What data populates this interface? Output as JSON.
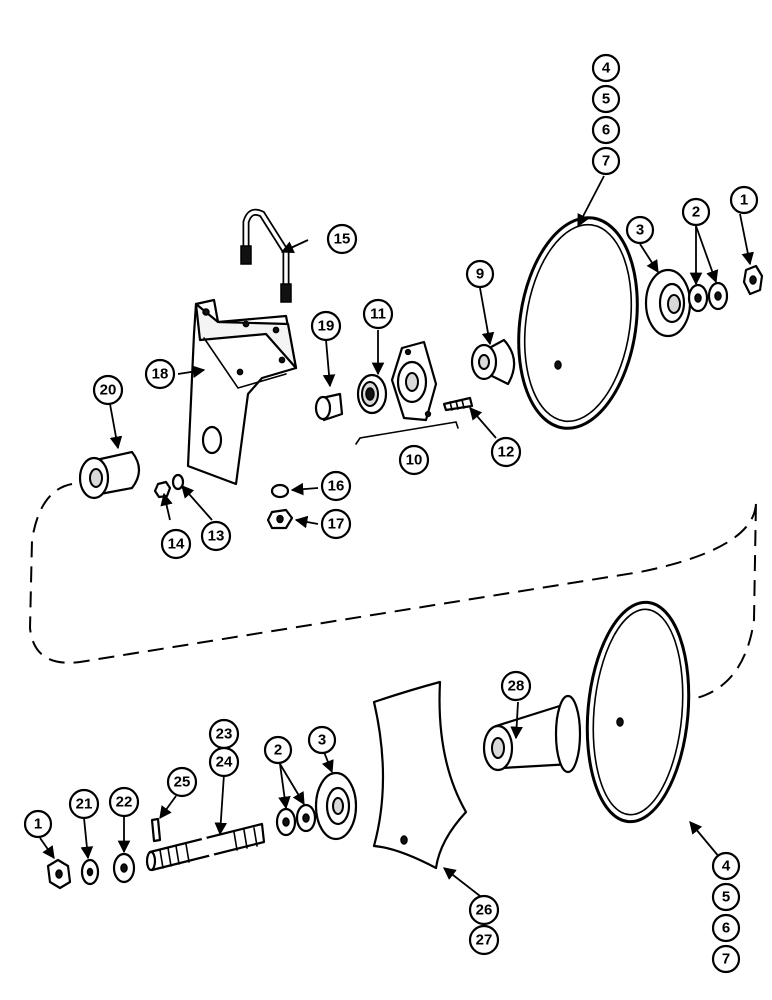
{
  "callouts": {
    "c1a": "1",
    "c2a": "2",
    "c3a": "3",
    "c4a": "4",
    "c5a": "5",
    "c6a": "6",
    "c7a": "7",
    "c9": "9",
    "c10": "10",
    "c11": "11",
    "c12": "12",
    "c13": "13",
    "c14": "14",
    "c15": "15",
    "c16": "16",
    "c17": "17",
    "c18": "18",
    "c19": "19",
    "c20": "20",
    "c1b": "1",
    "c21": "21",
    "c22": "22",
    "c25": "25",
    "c23": "23",
    "c24": "24",
    "c2b": "2",
    "c3b": "3",
    "c26": "26",
    "c27": "27",
    "c28": "28",
    "c4b": "4",
    "c5b": "5",
    "c6b": "6",
    "c7b": "7"
  }
}
